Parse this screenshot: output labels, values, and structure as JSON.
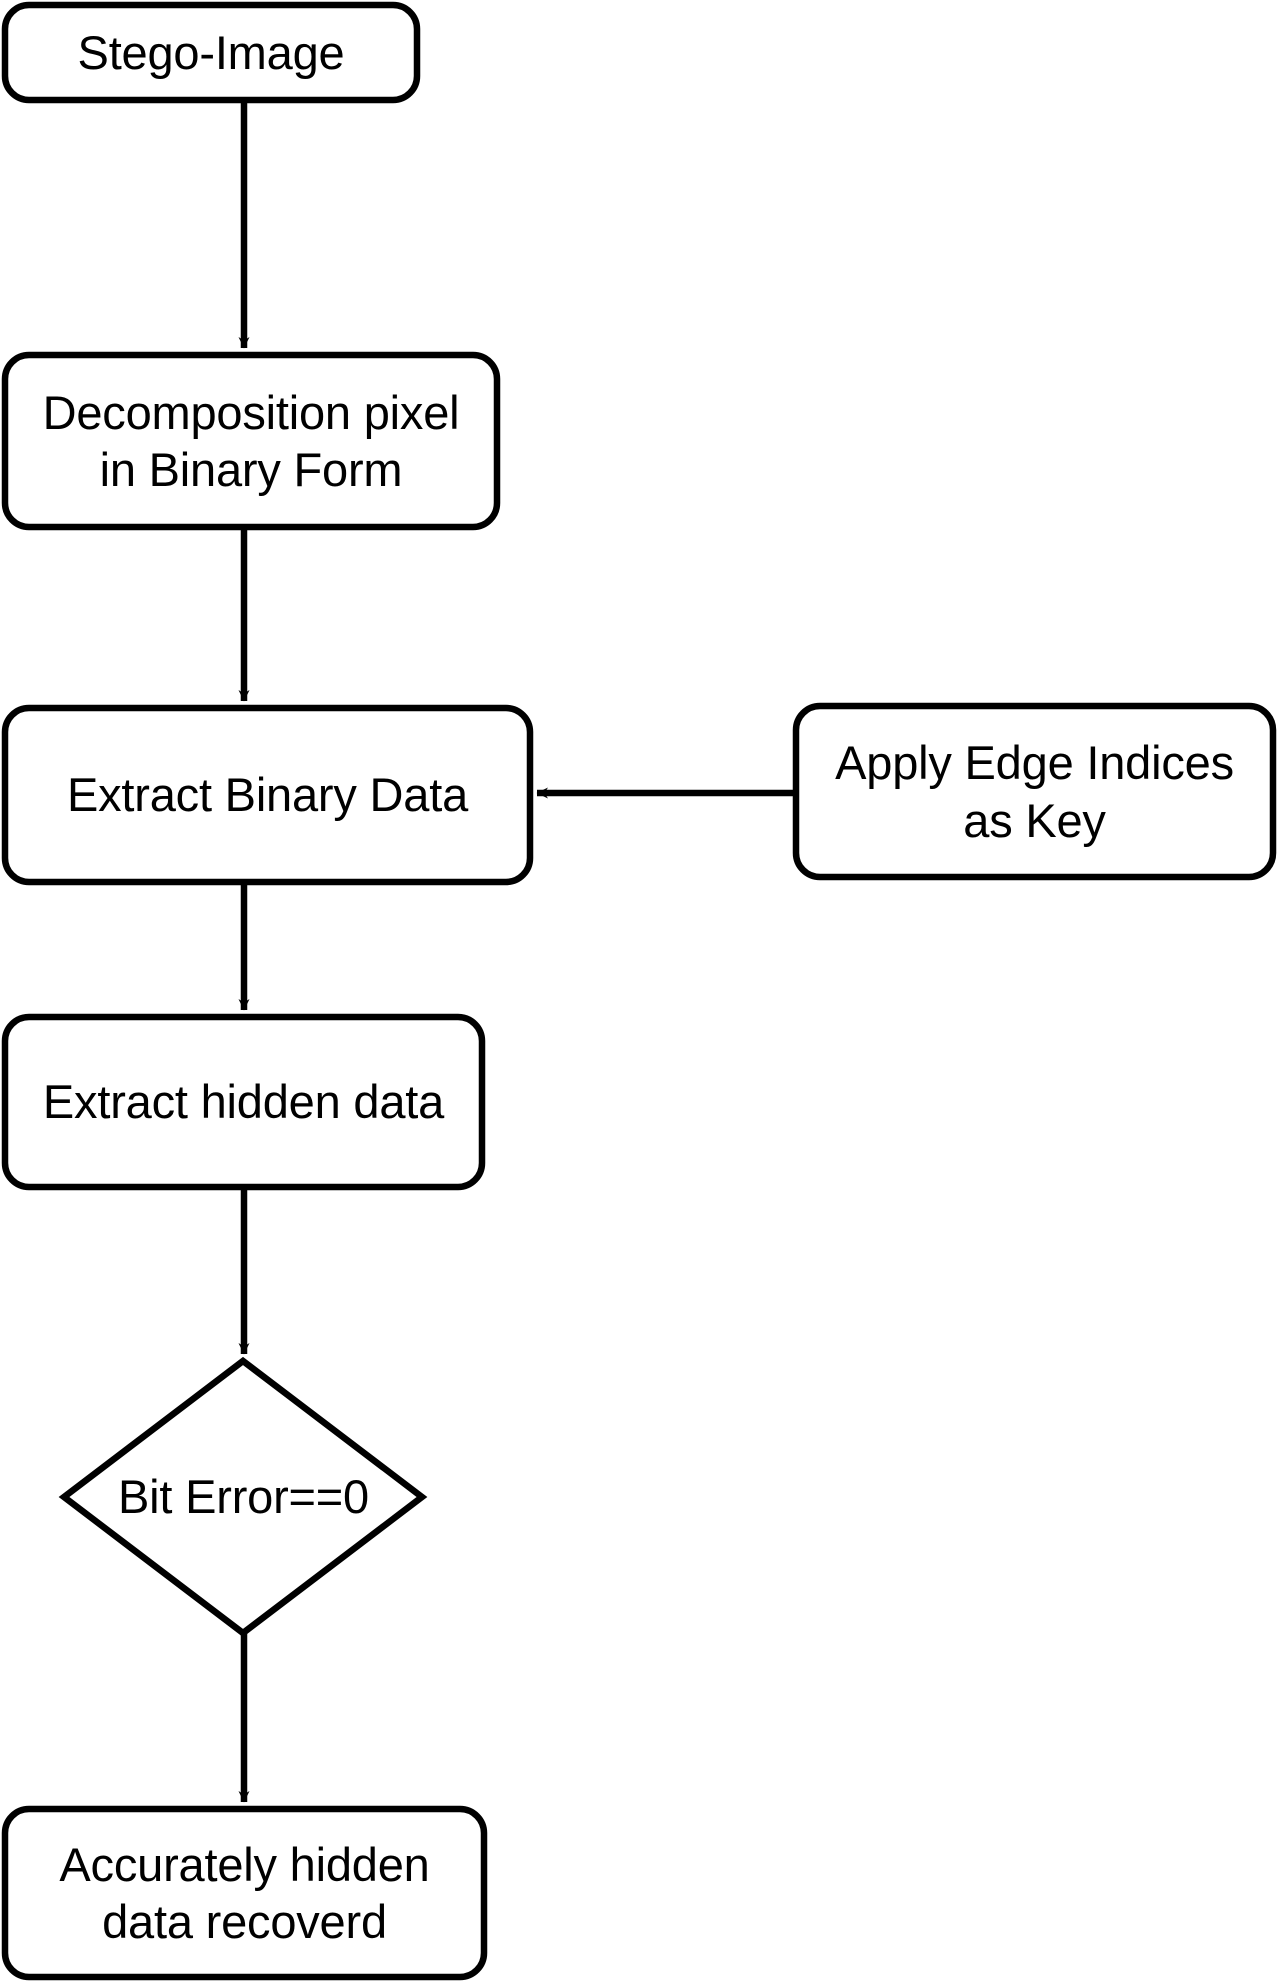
{
  "diagram": {
    "title": "Stego-image data extraction flowchart",
    "background_color": "#ffffff",
    "stroke_color": "#000000",
    "fill_color": "#ffffff",
    "nodes": [
      {
        "id": "stego-image",
        "shape": "rounded-rect",
        "label": "Stego-Image"
      },
      {
        "id": "decomposition-pixel",
        "shape": "rounded-rect",
        "label": "Decomposition pixel\nin Binary Form"
      },
      {
        "id": "extract-binary-data",
        "shape": "rounded-rect",
        "label": "Extract Binary Data"
      },
      {
        "id": "apply-edge-indices-as-key",
        "shape": "rounded-rect",
        "label": "Apply Edge Indices\nas Key"
      },
      {
        "id": "extract-hidden-data",
        "shape": "rounded-rect",
        "label": "Extract hidden data"
      },
      {
        "id": "bit-error-decision",
        "shape": "diamond",
        "label": "Bit Error==0"
      },
      {
        "id": "accurately-hidden-data-recoverd",
        "shape": "rounded-rect",
        "label": "Accurately hidden\ndata recoverd"
      }
    ],
    "edges": [
      {
        "id": "edge-1",
        "from": "stego-image",
        "to": "decomposition-pixel",
        "direction": "down",
        "label": ""
      },
      {
        "id": "edge-2",
        "from": "decomposition-pixel",
        "to": "extract-binary-data",
        "direction": "down",
        "label": ""
      },
      {
        "id": "edge-3",
        "from": "apply-edge-indices-as-key",
        "to": "extract-binary-data",
        "direction": "left",
        "label": ""
      },
      {
        "id": "edge-4",
        "from": "extract-binary-data",
        "to": "extract-hidden-data",
        "direction": "down",
        "label": ""
      },
      {
        "id": "edge-5",
        "from": "extract-hidden-data",
        "to": "bit-error-decision",
        "direction": "down",
        "label": ""
      },
      {
        "id": "edge-6",
        "from": "bit-error-decision",
        "to": "accurately-hidden-data-recoverd",
        "direction": "down",
        "label": ""
      }
    ]
  }
}
